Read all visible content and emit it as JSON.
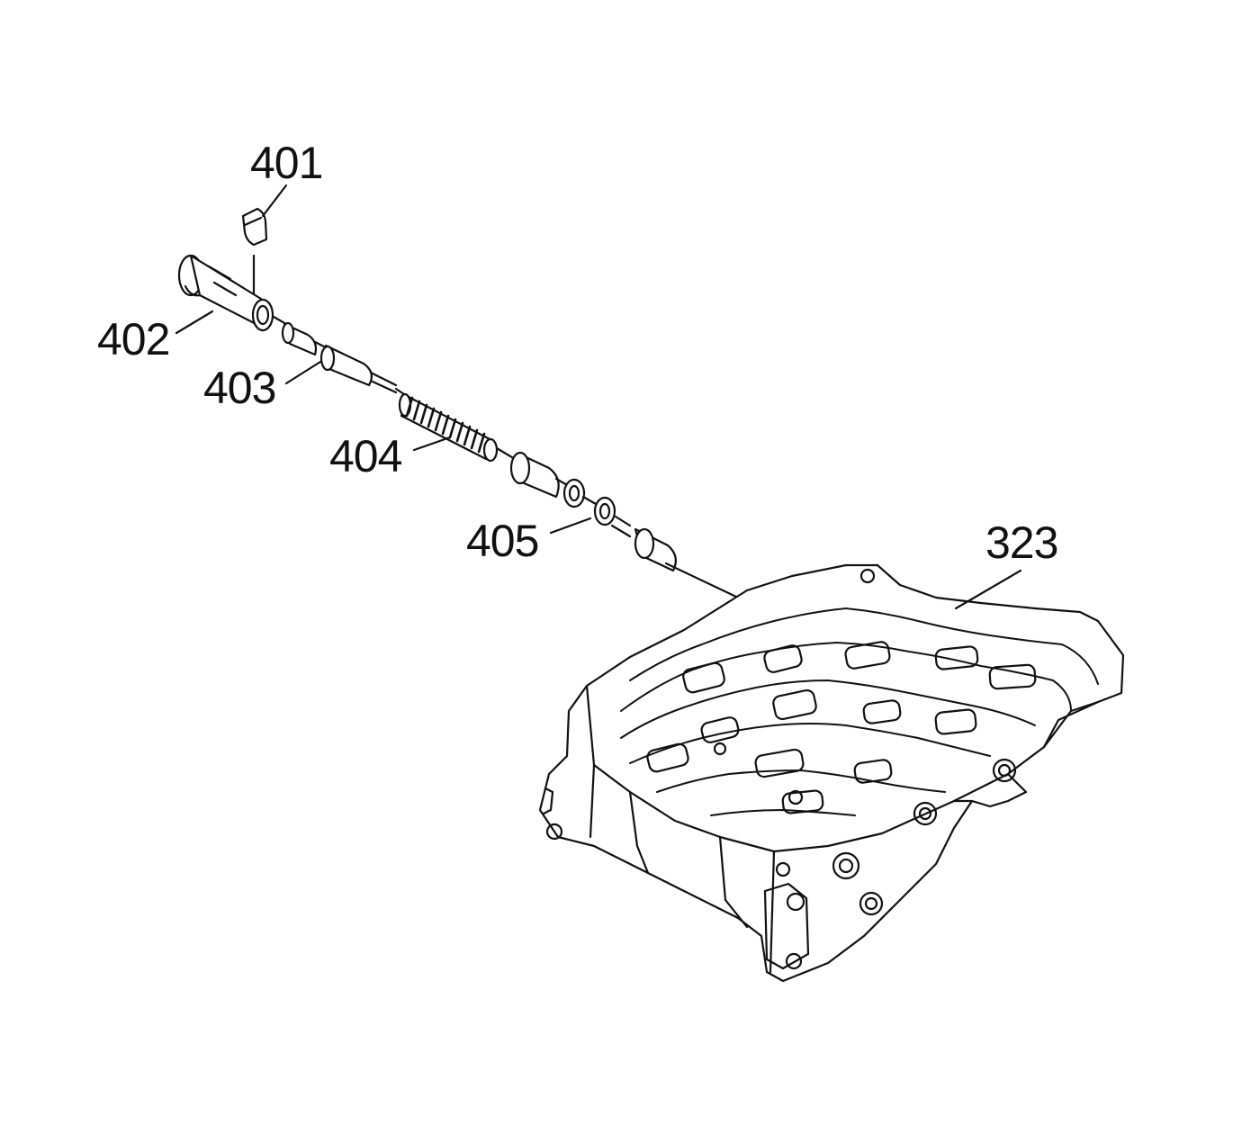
{
  "diagram": {
    "callouts": [
      {
        "id": "401",
        "text": "401",
        "part": "retainer-clip"
      },
      {
        "id": "402",
        "text": "402",
        "part": "valve-bore-plug"
      },
      {
        "id": "403",
        "text": "403",
        "part": "valve"
      },
      {
        "id": "404",
        "text": "404",
        "part": "spring"
      },
      {
        "id": "405",
        "text": "405",
        "part": "valve-spool"
      },
      {
        "id": "323",
        "text": "323",
        "part": "valve-body"
      }
    ],
    "colors": {
      "ink": "#111111",
      "background": "#ffffff"
    }
  }
}
